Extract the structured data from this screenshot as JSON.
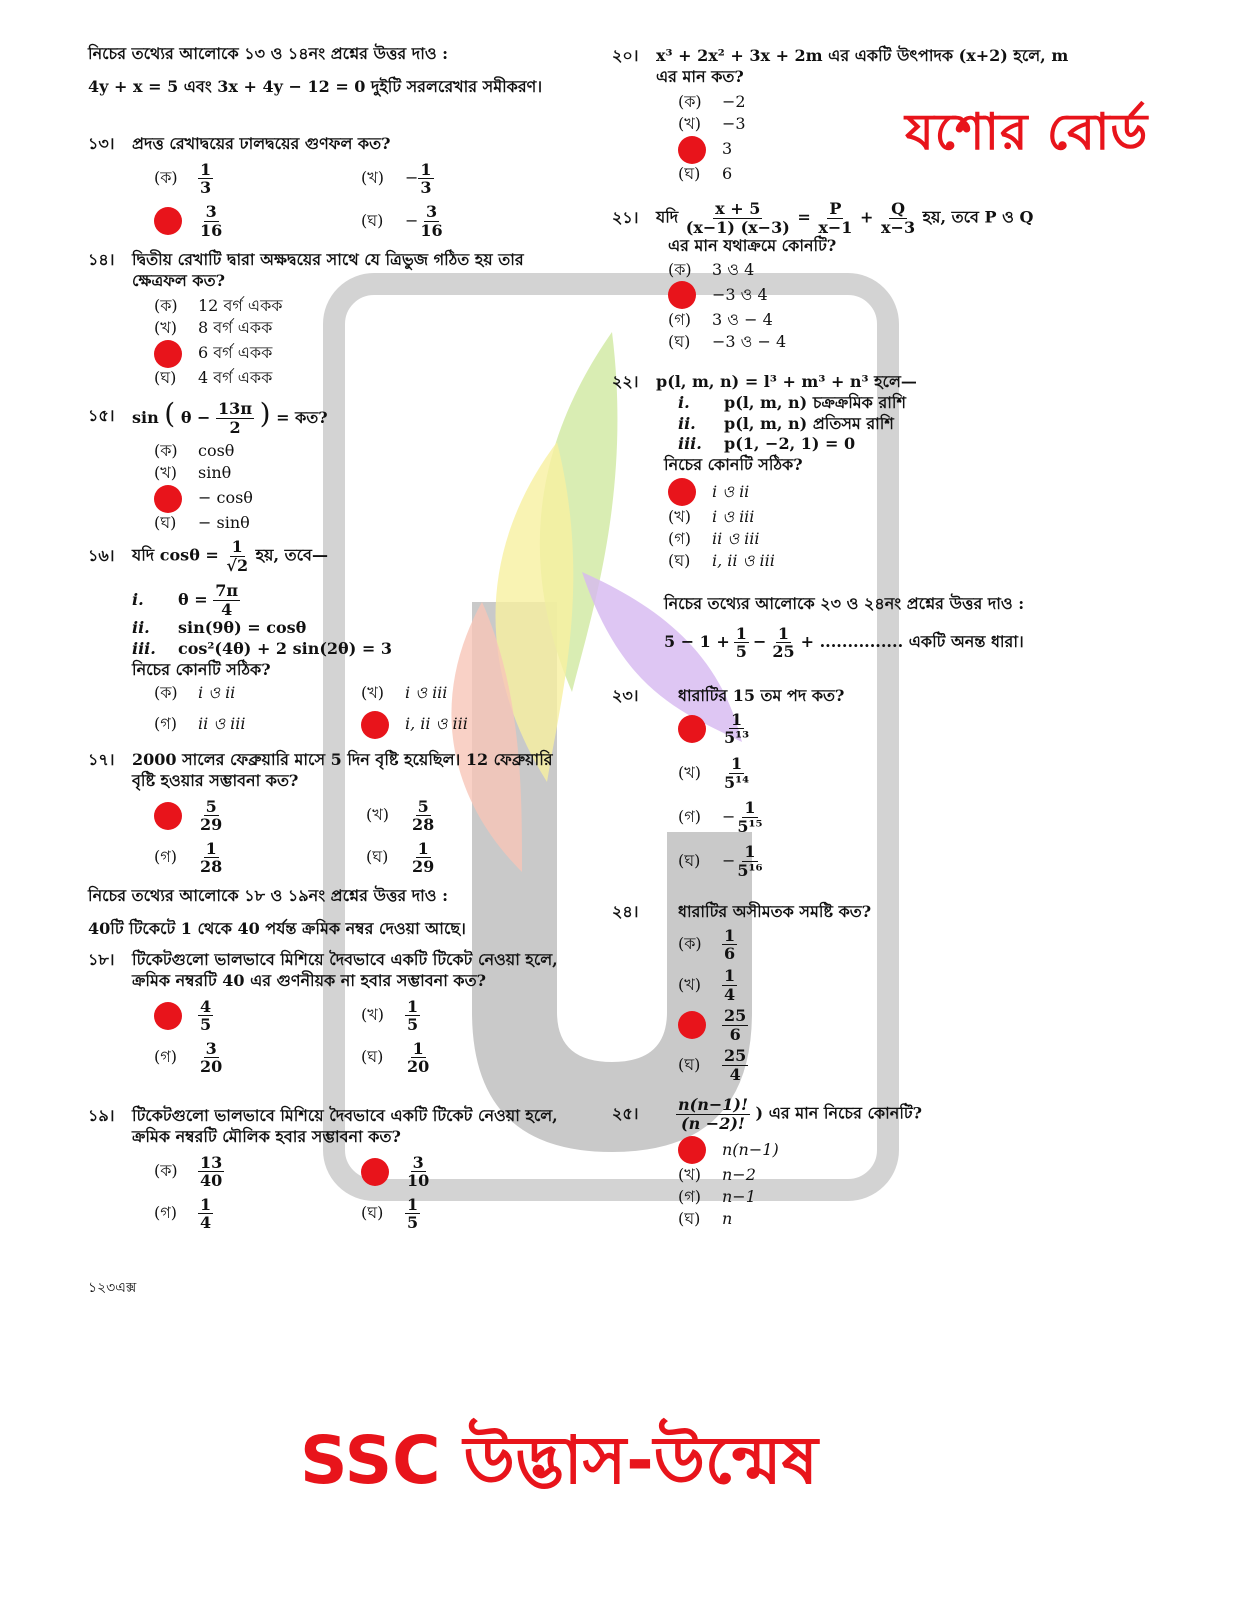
{
  "board_title": "যশোর বোর্ড",
  "brand_title": "SSC উদ্ভাস-উন্মেষ",
  "page_no": "১২৩এক্স",
  "left": {
    "intro1": "নিচের তথ্যের আলোকে ১৩ ও ১৪নং প্রশ্নের উত্তর দাও :",
    "intro1_eq": "4y + x = 5 এবং 3x + 4y − 12 = 0 দুইটি সরলরেখার সমীকরণ।",
    "q13": {
      "num": "১৩।",
      "text": "প্রদত্ত রেখাদ্বয়ের ঢালদ্বয়ের গুণফল কত?",
      "o1_l": "(ক)",
      "o1_n": "1",
      "o1_d": "3",
      "o2_l": "(খ)",
      "o2_s": "−",
      "o2_n": "1",
      "o2_d": "3",
      "o3_n": "3",
      "o3_d": "16",
      "o4_l": "(ঘ)",
      "o4_s": "−",
      "o4_n": "3",
      "o4_d": "16"
    },
    "q14": {
      "num": "১৪।",
      "text": "দ্বিতীয় রেখাটি দ্বারা অক্ষদ্বয়ের সাথে যে ত্রিভুজ গঠিত হয় তার ক্ষেত্রফল কত?",
      "o1": [
        "(ক)",
        "12 বর্গ একক"
      ],
      "o2": [
        "(খ)",
        "8 বর্গ একক"
      ],
      "o3": "6 বর্গ একক",
      "o4": [
        "(ঘ)",
        "4 বর্গ একক"
      ]
    },
    "q15": {
      "num": "১৫।",
      "pre": "sin",
      "open": "(",
      "theta": "θ −",
      "n": "13π",
      "d": "2",
      "close": ")",
      "post": "= কত?",
      "o1": [
        "(ক)",
        "cosθ"
      ],
      "o2": [
        "(খ)",
        "sinθ"
      ],
      "o3": "− cosθ",
      "o4": [
        "(ঘ)",
        "− sinθ"
      ]
    },
    "q16": {
      "num": "১৬।",
      "pre": "যদি cosθ =",
      "n": "1",
      "d": "√2",
      "post": "হয়, তবে—",
      "s1_r": "i.",
      "s1_a": "θ =",
      "s1_n": "7π",
      "s1_d": "4",
      "s2_r": "ii.",
      "s2": "sin(9θ) = cosθ",
      "s3_r": "iii.",
      "s3": "cos²(4θ) + 2 sin(2θ) = 3",
      "ask": "নিচের কোনটি সঠিক?",
      "o1": [
        "(ক)",
        "i ও ii"
      ],
      "o2": [
        "(খ)",
        "i ও iii"
      ],
      "o3": [
        "(গ)",
        "ii ও iii"
      ],
      "o4": "i, ii ও iii"
    },
    "q17": {
      "num": "১৭।",
      "text": "2000 সালের ফেব্রুয়ারি মাসে 5 দিন বৃষ্টি হয়েছিল। 12 ফেব্রুয়ারি বৃষ্টি হওয়ার সম্ভাবনা কত?",
      "o1_n": "5",
      "o1_d": "29",
      "o2_l": "(খ)",
      "o2_n": "5",
      "o2_d": "28",
      "o3_l": "(গ)",
      "o3_n": "1",
      "o3_d": "28",
      "o4_l": "(ঘ)",
      "o4_n": "1",
      "o4_d": "29"
    },
    "intro2": "নিচের তথ্যের আলোকে ১৮ ও ১৯নং প্রশ্নের উত্তর দাও :",
    "intro2_text": "40টি টিকেটে 1 থেকে 40 পর্যন্ত ক্রমিক নম্বর দেওয়া আছে।",
    "q18": {
      "num": "১৮।",
      "text": "টিকেটগুলো ভালভাবে মিশিয়ে দৈবভাবে একটি টিকেট নেওয়া হলে, ক্রমিক নম্বরটি 40 এর গুণনীয়ক না হবার সম্ভাবনা কত?",
      "o1_n": "4",
      "o1_d": "5",
      "o2_l": "(খ)",
      "o2_n": "1",
      "o2_d": "5",
      "o3_l": "(গ)",
      "o3_n": "3",
      "o3_d": "20",
      "o4_l": "(ঘ)",
      "o4_n": "1",
      "o4_d": "20"
    },
    "q19": {
      "num": "১৯।",
      "text": "টিকেটগুলো ভালভাবে মিশিয়ে দৈবভাবে একটি টিকেট নেওয়া হলে, ক্রমিক নম্বরটি মৌলিক হবার সম্ভাবনা কত?",
      "o1_l": "(ক)",
      "o1_n": "13",
      "o1_d": "40",
      "o2_n": "3",
      "o2_d": "10",
      "o3_l": "(গ)",
      "o3_n": "1",
      "o3_d": "4",
      "o4_l": "(ঘ)",
      "o4_n": "1",
      "o4_d": "5"
    }
  },
  "right": {
    "q20": {
      "num": "২০।",
      "text": "x³ + 2x² + 3x + 2m এর একটি উৎপাদক (x+2) হলে, m এর মান কত?",
      "o1": [
        "(ক)",
        "−2"
      ],
      "o2": [
        "(খ)",
        "−3"
      ],
      "o3": "3",
      "o4": [
        "(ঘ)",
        "6"
      ]
    },
    "q21": {
      "num": "২১।",
      "pre": "যদি",
      "n1": "x + 5",
      "d1": "(x−1) (x−3)",
      "eq": "=",
      "n2": "P",
      "d2": "x−1",
      "plus": "+",
      "n3": "Q",
      "d3": "x−3",
      "post": "হয়, তবে P ও Q",
      "line2": "এর মান যথাক্রমে কোনটি?",
      "o1": [
        "(ক)",
        "3 ও 4"
      ],
      "o2": "−3 ও 4",
      "o3": [
        "(গ)",
        "3 ও − 4"
      ],
      "o4": [
        "(ঘ)",
        "−3 ও − 4"
      ]
    },
    "q22": {
      "num": "২২।",
      "text": "p(l, m, n) = l³ + m³ + n³ হলে—",
      "s1_r": "i.",
      "s1": "p(l, m, n) চক্রক্রমিক রাশি",
      "s2_r": "ii.",
      "s2": "p(l, m, n) প্রতিসম রাশি",
      "s3_r": "iii.",
      "s3": "p(1, −2, 1) = 0",
      "ask": "নিচের কোনটি সঠিক?",
      "o1": "i ও ii",
      "o2": [
        "(খ)",
        "i ও iii"
      ],
      "o3": [
        "(গ)",
        "ii ও iii"
      ],
      "o4": [
        "(ঘ)",
        "i, ii ও iii"
      ]
    },
    "intro3": "নিচের তথ্যের আলোকে ২৩ ও ২৪নং প্রশ্নের উত্তর দাও :",
    "intro3_a": "5 − 1 +",
    "intro3_n1": "1",
    "intro3_d1": "5",
    "intro3_m": "−",
    "intro3_n2": "1",
    "intro3_d2": "25",
    "intro3_b": "+ ............... একটি অনন্ত ধারা।",
    "q23": {
      "num": "২৩।",
      "text": "ধারাটির 15 তম পদ কত?",
      "o1_n": "1",
      "o1_d": "5¹³",
      "o2_l": "(খ)",
      "o2_n": "1",
      "o2_d": "5¹⁴",
      "o3_l": "(গ)",
      "o3_s": "−",
      "o3_n": "1",
      "o3_d": "5¹⁵",
      "o4_l": "(ঘ)",
      "o4_s": "−",
      "o4_n": "1",
      "o4_d": "5¹⁶"
    },
    "q24": {
      "num": "২৪।",
      "text": "ধারাটির অসীমতক সমষ্টি কত?",
      "o1_l": "(ক)",
      "o1_n": "1",
      "o1_d": "6",
      "o2_l": "(খ)",
      "o2_n": "1",
      "o2_d": "4",
      "o3_n": "25",
      "o3_d": "6",
      "o4_l": "(ঘ)",
      "o4_n": "25",
      "o4_d": "4"
    },
    "q25": {
      "num": "২৫।",
      "n": "n(n−1)!",
      "d": "(n −2)!",
      "post": ") এর মান নিচের কোনটি?",
      "o1": "n(n−1)",
      "o2": [
        "(খ)",
        "n−2"
      ],
      "o3": [
        "(গ)",
        "n−1"
      ],
      "o4": [
        "(ঘ)",
        "n"
      ]
    }
  },
  "colors": {
    "accent": "#e8141b"
  }
}
